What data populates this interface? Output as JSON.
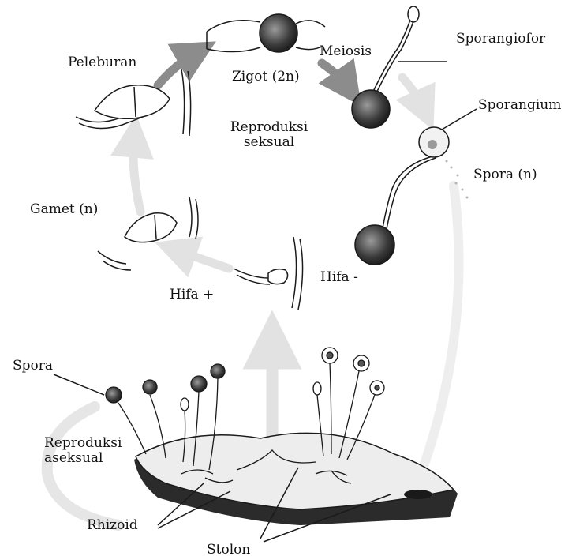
{
  "labels": {
    "peleburan": "Peleburan",
    "zigot": "Zigot (2n)",
    "meiosis": "Meiosis",
    "sporangiofor": "Sporangiofor",
    "sporangium": "Sporangium",
    "spora_n": "Spora (n)",
    "reproduksi_seksual_1": "Reproduksi",
    "reproduksi_seksual_2": "seksual",
    "gamet": "Gamet (n)",
    "hifa_plus": "Hifa +",
    "hifa_minus": "Hifa -",
    "spora": "Spora",
    "reproduksi_aseksual_1": "Reproduksi",
    "reproduksi_aseksual_2": "aseksual",
    "rhizoid": "Rhizoid",
    "stolon": "Stolon"
  },
  "colors": {
    "arrow_dark": "#8c8c8c",
    "arrow_light": "#e2e2e2",
    "ink": "#1a1a1a",
    "substrate_side": "#2b2b2b",
    "substrate_top": "#ededed"
  }
}
